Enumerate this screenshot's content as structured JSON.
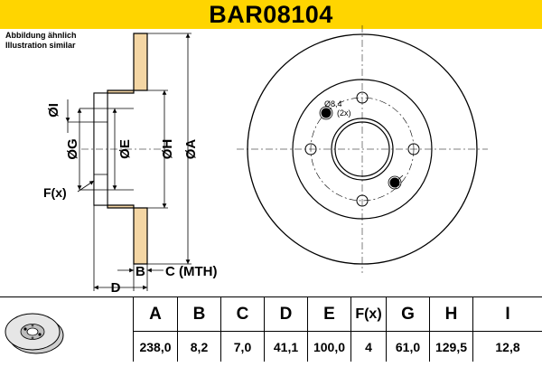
{
  "part_number": "BAR08104",
  "illustration_note": [
    "Abbildung ähnlich",
    "Illustration similar"
  ],
  "drawing_labels": {
    "I": "ØI",
    "G": "ØG",
    "E": "ØE",
    "H": "ØH",
    "A": "ØA",
    "F": "F(x)",
    "B": "B",
    "C": "C (MTH)",
    "D": "D",
    "bolt_hole": "Ø8,4",
    "bolt_count": "(2x)"
  },
  "spec_table": {
    "headers": [
      "A",
      "B",
      "C",
      "D",
      "E",
      "F(x)",
      "G",
      "H",
      "I"
    ],
    "values": [
      "238,0",
      "8,2",
      "7,0",
      "41,1",
      "100,0",
      "4",
      "61,0",
      "129,5",
      "12,8"
    ]
  },
  "colors": {
    "header_bg": "#ffd500",
    "disc_fill": "#f4d6a4",
    "line": "#000000"
  },
  "icons": [
    "brake-disc-thumbnail-icon"
  ]
}
